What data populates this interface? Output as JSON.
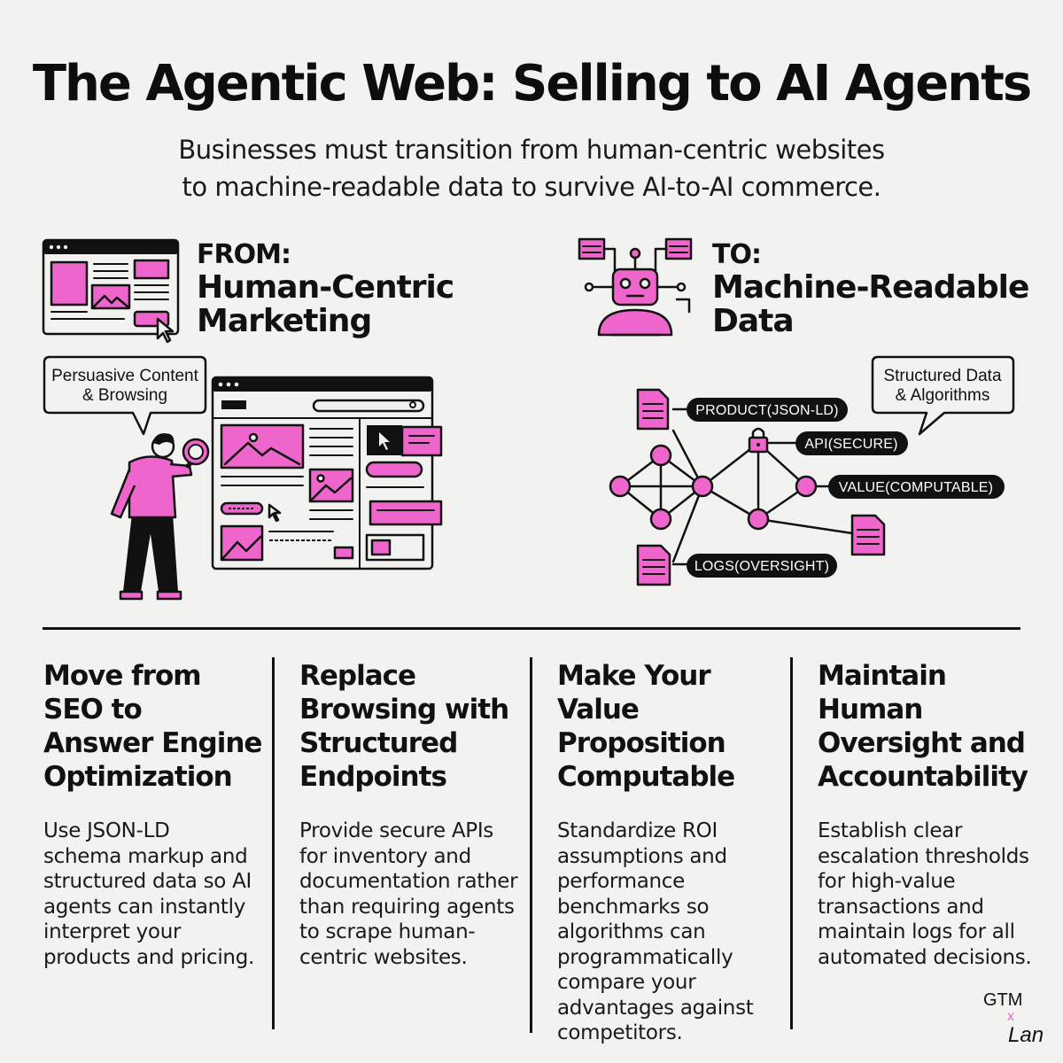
{
  "title": "The Agentic Web: Selling to AI Agents",
  "subtitle": {
    "line1": "Businesses must transition from human-centric websites",
    "line2": "to machine-readable data to survive AI-to-AI commerce."
  },
  "from": {
    "label": "FROM:",
    "title_line1": "Human-Centric",
    "title_line2": "Marketing",
    "bubble_line1": "Persuasive Content",
    "bubble_line2": "& Browsing"
  },
  "to": {
    "label": "TO:",
    "title_line1": "Machine-Readable",
    "title_line2": "Data",
    "bubble_line1": "Structured Data",
    "bubble_line2": "& Algorithms",
    "pills": [
      "PRODUCT(JSON-LD)",
      "API(SECURE)",
      "VALUE(COMPUTABLE)",
      "LOGS(OVERSIGHT)"
    ]
  },
  "columns": [
    {
      "heading": [
        "Move from",
        "SEO to",
        "Answer Engine",
        "Optimization"
      ],
      "body": [
        "Use JSON-LD",
        "schema markup and",
        "structured data so AI",
        "agents can instantly",
        "interpret your",
        "products and pricing."
      ]
    },
    {
      "heading": [
        "Replace",
        "Browsing with",
        "Structured",
        "Endpoints"
      ],
      "body": [
        "Provide secure APIs",
        "for inventory and",
        "documentation rather",
        "than requiring agents",
        "to scrape human-",
        "centric websites."
      ]
    },
    {
      "heading": [
        "Make Your",
        "Value",
        "Proposition",
        "Computable"
      ],
      "body": [
        "Standardize ROI",
        "assumptions and",
        "performance",
        "benchmarks so",
        "algorithms can",
        "programmatically",
        "compare your",
        "advantages against",
        "competitors."
      ]
    },
    {
      "heading": [
        "Maintain",
        "Human",
        "Oversight and",
        "Accountability"
      ],
      "body": [
        "Establish clear",
        "escalation thresholds",
        "for high-value",
        "transactions and",
        "maintain logs for all",
        "automated decisions."
      ]
    }
  ],
  "brand": {
    "line1": "GTM",
    "mark": "x",
    "line2": "Lan"
  },
  "colors": {
    "accent": "#ee66cc",
    "ink": "#111111",
    "background": "#f2f2f0"
  },
  "icons": [
    "browser-window-icon",
    "robot-icon",
    "person-with-magnifier-icon",
    "document-icon",
    "lock-icon",
    "cursor-icon"
  ]
}
